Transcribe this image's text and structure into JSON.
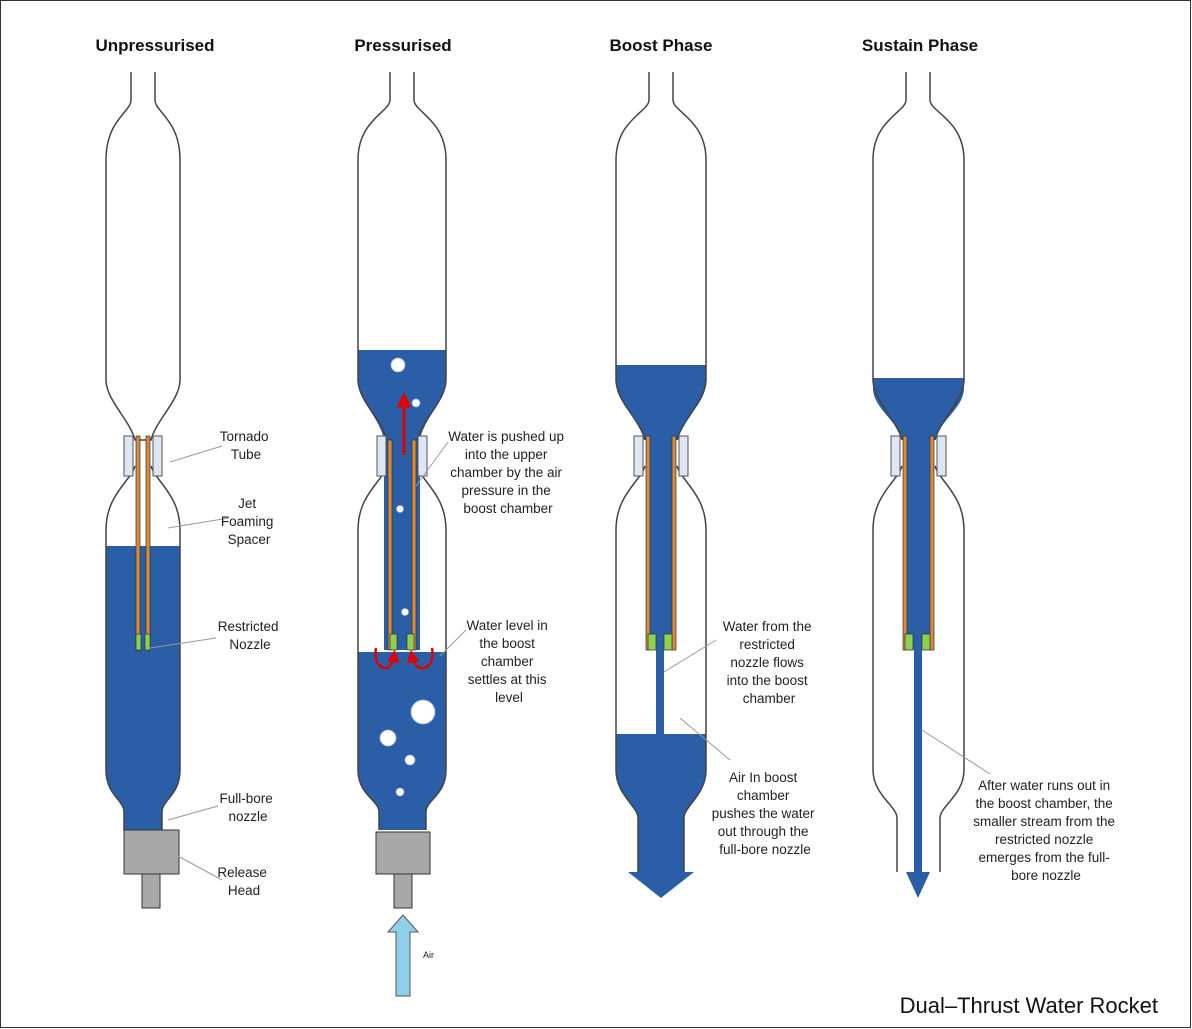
{
  "title": "Dual–Thrust Water Rocket",
  "colors": {
    "water": "#2a5ea6",
    "tube": "#d98a3a",
    "nozzle": "#8fd14f",
    "release_head": "#a8a8a8",
    "coupler": "#dde6f2",
    "air_arrow": "#8fd0e8",
    "flow_arrow": "#e00000"
  },
  "panels": [
    {
      "title": "Unpressurised",
      "callouts": [
        {
          "lines": [
            "Tornado",
            "Tube"
          ]
        },
        {
          "lines": [
            "Jet",
            "Foaming",
            "Spacer"
          ]
        },
        {
          "lines": [
            "Restricted",
            "Nozzle"
          ]
        },
        {
          "lines": [
            "Full-bore",
            "nozzle"
          ]
        },
        {
          "lines": [
            "Release",
            "Head"
          ]
        }
      ]
    },
    {
      "title": "Pressurised",
      "callouts": [
        {
          "lines": [
            "Water is pushed up",
            "into the upper",
            "chamber by the air",
            "pressure in the",
            "boost chamber"
          ]
        },
        {
          "lines": [
            "Water level in",
            "the boost",
            "chamber",
            "settles at this",
            "level"
          ]
        }
      ],
      "air_label": "Air"
    },
    {
      "title": "Boost Phase",
      "callouts": [
        {
          "lines": [
            "Water from the",
            "restricted",
            "nozzle flows",
            "into the boost",
            "chamber"
          ]
        },
        {
          "lines": [
            "Air In boost",
            "chamber",
            "pushes the water",
            "out through the",
            "full-bore nozzle"
          ]
        }
      ]
    },
    {
      "title": "Sustain Phase",
      "callouts": [
        {
          "lines": [
            "After water runs out in",
            "the boost chamber, the",
            "smaller stream from the",
            "restricted nozzle",
            "emerges from the full-",
            "bore nozzle"
          ]
        }
      ]
    }
  ]
}
